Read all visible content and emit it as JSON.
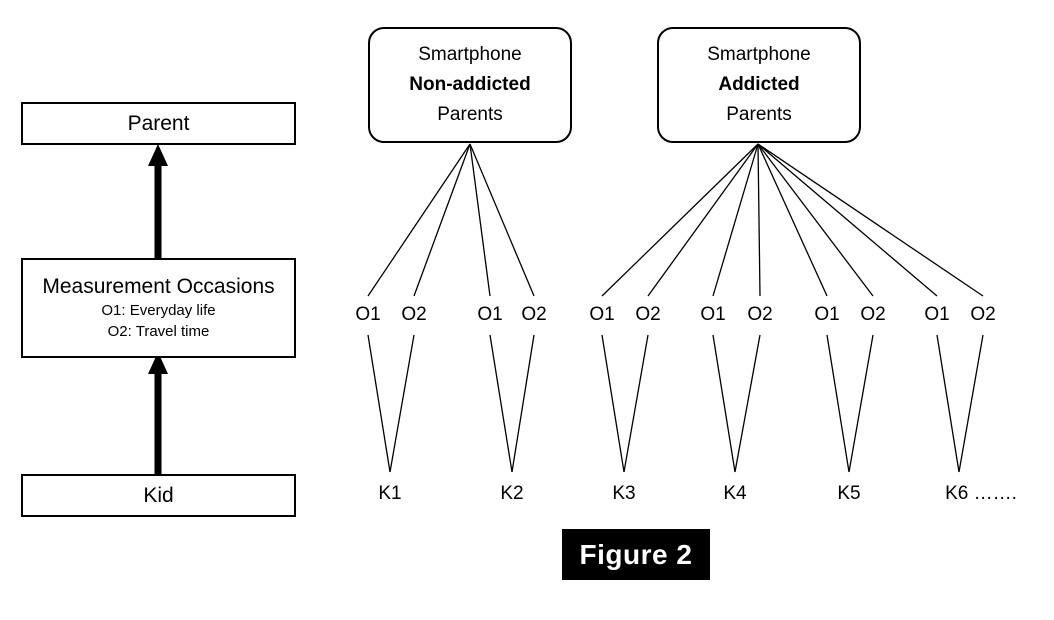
{
  "figure": {
    "caption": "Figure 2"
  },
  "legend_panel": {
    "boxes": [
      {
        "name": "parent",
        "title": "Parent",
        "sub": []
      },
      {
        "name": "measurement-occasions",
        "title": "Measurement Occasions",
        "sub": [
          "O1: Everyday life",
          "O2: Travel time"
        ]
      },
      {
        "name": "kid",
        "title": "Kid",
        "sub": []
      }
    ],
    "arrows": [
      {
        "name": "kid-to-occasions-arrow",
        "direction": "up"
      },
      {
        "name": "occasions-to-parent-arrow",
        "direction": "up"
      }
    ]
  },
  "tree": {
    "groups": [
      {
        "id": "non-addicted",
        "line1": "Smartphone",
        "line2": "Non-addicted",
        "line3": "Parents",
        "children": [
          "K1",
          "K2"
        ],
        "occasions_per_child": [
          "O1",
          "O2"
        ]
      },
      {
        "id": "addicted",
        "line1": "Smartphone",
        "line2": "Addicted",
        "line3": "Parents",
        "children": [
          "K3",
          "K4",
          "K5",
          "K6 ……."
        ],
        "occasions_per_child": [
          "O1",
          "O2"
        ]
      }
    ],
    "occasion_labels": [
      "O1",
      "O2",
      "O1",
      "O2",
      "O1",
      "O2",
      "O1",
      "O2",
      "O1",
      "O2",
      "O1",
      "O2"
    ],
    "kid_labels": [
      "K1",
      "K2",
      "K3",
      "K4",
      "K5",
      "K6 ……."
    ]
  },
  "colors": {
    "stroke": "#000000",
    "background": "#ffffff",
    "caption_bg": "#000000",
    "caption_fg": "#ffffff"
  }
}
